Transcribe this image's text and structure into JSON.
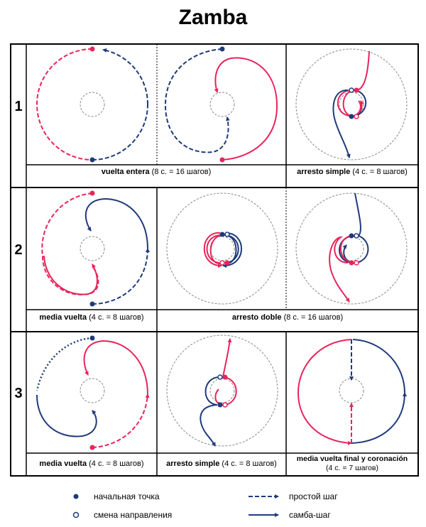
{
  "title": "Zamba",
  "rows": [
    "1",
    "2",
    "3"
  ],
  "captions": {
    "r1a": {
      "bold": "vuelta entera",
      "rest": " (8 с. = 16 шагов)"
    },
    "r1b": {
      "bold": "arresto simple",
      "rest": " (4 с. = 8 шагов)"
    },
    "r2a": {
      "bold": "media vuelta",
      "rest": " (4 с. = 8 шагов)"
    },
    "r2b": {
      "bold": "arresto doble",
      "rest": " (8 с. = 16 шагов)"
    },
    "r3a": {
      "bold": "media vuelta",
      "rest": " (4 с. = 8 шагов)"
    },
    "r3b": {
      "bold": "arresto simple",
      "rest": " (4 с. = 8 шагов)"
    },
    "r3c": {
      "bold": "media vuelta final y coronación",
      "rest": "(4 с. = 7 шагов)"
    }
  },
  "legend": {
    "start_point": "начальная точка",
    "direction_change": "смена направления",
    "simple_step": "простой шаг",
    "samba_step": "самба-шаг"
  },
  "colors": {
    "blue": "#1f3a7a",
    "red": "#e8245a",
    "grid": "#000000",
    "guide": "#888888"
  }
}
